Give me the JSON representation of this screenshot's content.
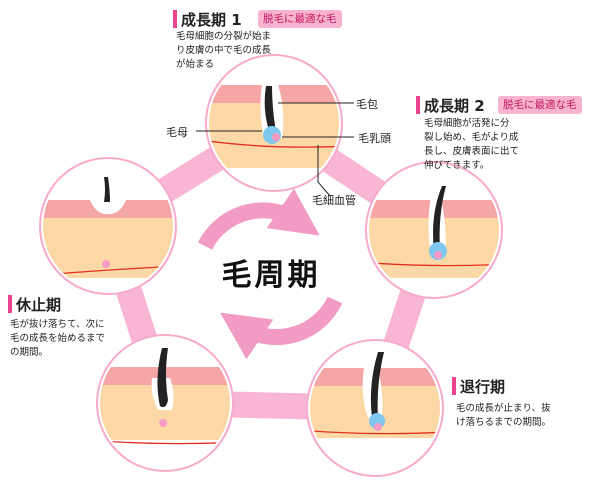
{
  "center_title": "毛周期",
  "stages": [
    {
      "title": "成長期 1",
      "badge": "脱毛に最適な毛",
      "desc": "毛母細胞の分裂が始ま\nり皮膚の中で毛の成長\nが始まる"
    },
    {
      "title": "成長期 2",
      "badge": "脱毛に最適な毛",
      "desc": "毛母細胞が活発に分\n裂し始め、毛がより成\n長し、皮膚表面に出て\n伸びてきます。"
    },
    {
      "title": "退行期",
      "desc": "毛の成長が止まり、抜\nけ落ちるまでの期間。"
    },
    {
      "title": "休止期",
      "desc": "毛が抜け落ちて、次に\n毛の成長を始めるまで\nの期間。"
    }
  ],
  "labels": {
    "follicle": "毛包",
    "matrix": "毛母",
    "papilla": "毛乳頭",
    "capillary": "毛細血管"
  },
  "colors": {
    "ring": "#f8b6d4",
    "accent": "#e8458e",
    "badge_bg": "#f7b3cf",
    "skin": "#fcd8a7",
    "epidermis": "#f6a6a6",
    "vessel": "#e0301e",
    "papilla_blue": "#7fc7ef",
    "papilla_pink": "#f59ac5",
    "hair": "#222222"
  }
}
